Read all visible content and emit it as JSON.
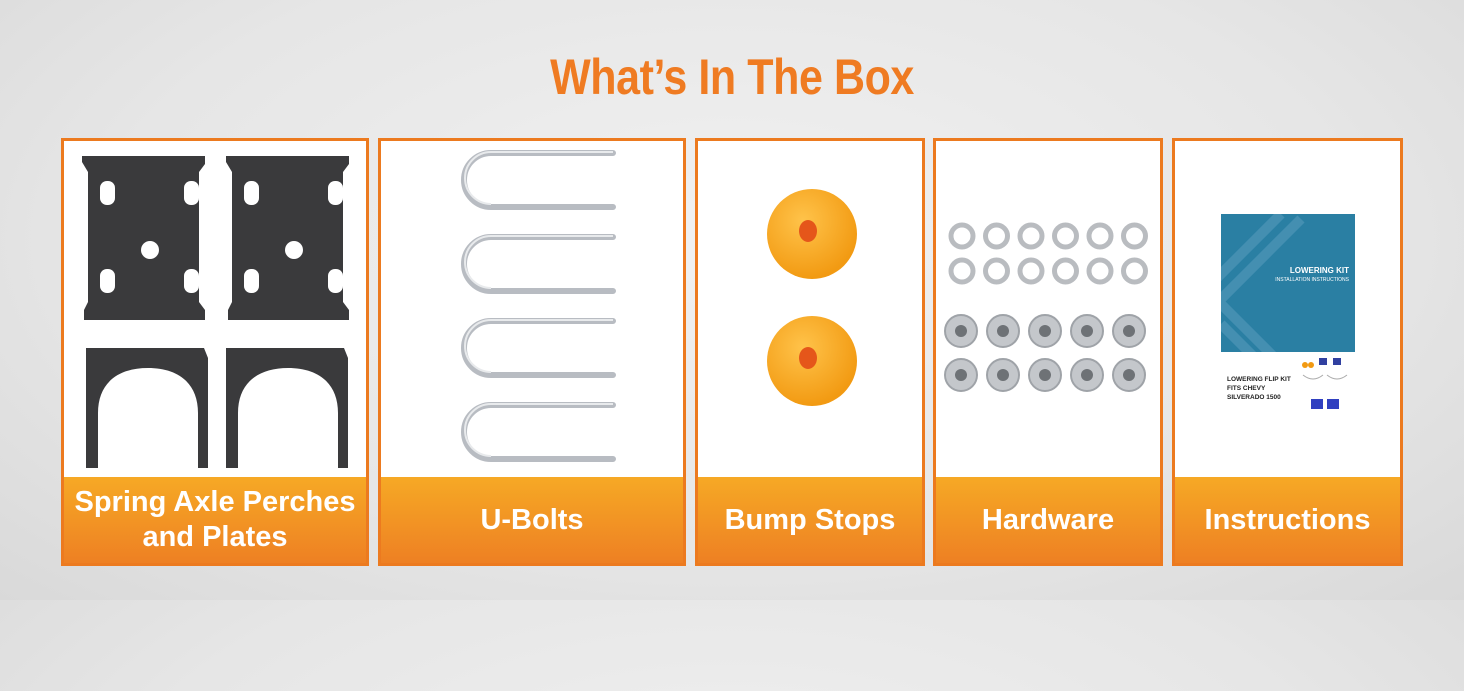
{
  "title": "What’s In The Box",
  "items": [
    {
      "label": "Spring Axle Perches and Plates",
      "icon": "perches-plates-image"
    },
    {
      "label": "U-Bolts",
      "icon": "u-bolts-image"
    },
    {
      "label": "Bump Stops",
      "icon": "bump-stops-image"
    },
    {
      "label": "Hardware",
      "icon": "hardware-image"
    },
    {
      "label": "Instructions",
      "icon": "instructions-image"
    }
  ],
  "booklet": {
    "heading": "LOWERING KIT",
    "subheading": "INSTALLATION INSTRUCTIONS",
    "caption_lines": [
      "LOWERING FLIP KIT",
      "FITS CHEVY",
      "SILVERADO 1500"
    ]
  },
  "colors": {
    "accent": "#ec7a1f",
    "label_top": "#f6a925",
    "booklet_blue": "#2a7fa3"
  }
}
